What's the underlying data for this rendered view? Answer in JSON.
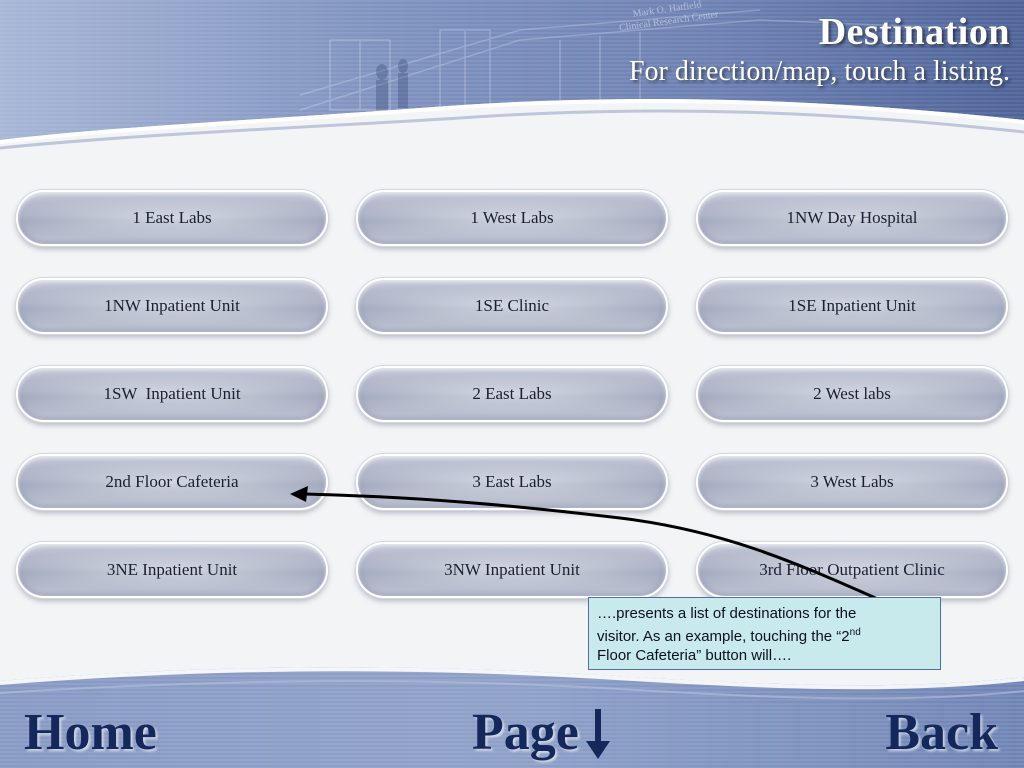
{
  "header": {
    "title": "Destination",
    "subtitle": "For direction/map, touch a listing.",
    "building_sign": [
      "Mark O. Hatfield",
      "Clinical Research Center"
    ]
  },
  "destinations": [
    "1 East Labs",
    "1 West Labs",
    "1NW Day Hospital",
    "1NW Inpatient Unit",
    "1SE Clinic",
    "1SE Inpatient Unit",
    "1SW  Inpatient Unit",
    "2 East Labs",
    "2 West labs",
    "2nd Floor Cafeteria",
    "3 East Labs",
    "3 West Labs",
    "3NE Inpatient Unit",
    "3NW Inpatient Unit",
    "3rd Floor Outpatient Clinic"
  ],
  "callout": {
    "line1": "….presents a list of destinations for the",
    "line2a": "visitor.  As an example, touching the “2",
    "line2sup": "nd",
    "line3": "Floor Cafeteria” button will…."
  },
  "footer": {
    "home_label": "Home",
    "page_label": "Page",
    "back_label": "Back"
  },
  "colors": {
    "header_blue": "#6f84b4",
    "nav_text": "#14285c",
    "callout_bg": "#c9eaec"
  },
  "icons": {
    "page_arrow": "arrow-down-icon"
  }
}
